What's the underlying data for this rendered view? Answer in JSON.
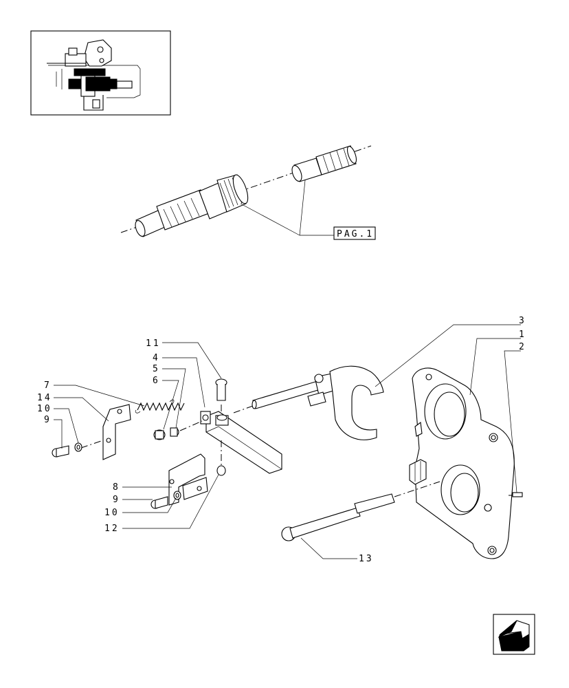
{
  "page_ref": "PAG.1",
  "callouts": [
    {
      "id": "c11",
      "text": "11"
    },
    {
      "id": "c4",
      "text": "4"
    },
    {
      "id": "c5",
      "text": "5"
    },
    {
      "id": "c6",
      "text": "6"
    },
    {
      "id": "c7",
      "text": "7"
    },
    {
      "id": "c14",
      "text": "14"
    },
    {
      "id": "c10a",
      "text": "10"
    },
    {
      "id": "c9a",
      "text": "9"
    },
    {
      "id": "c8",
      "text": "8"
    },
    {
      "id": "c9b",
      "text": "9"
    },
    {
      "id": "c10b",
      "text": "10"
    },
    {
      "id": "c12",
      "text": "12"
    },
    {
      "id": "c3",
      "text": "3"
    },
    {
      "id": "c1",
      "text": "1"
    },
    {
      "id": "c2",
      "text": "2"
    },
    {
      "id": "c13",
      "text": "13"
    }
  ],
  "icons": {
    "nav": "back-arrow-icon",
    "thumbnail": "transmission-assembly-thumbnail"
  }
}
